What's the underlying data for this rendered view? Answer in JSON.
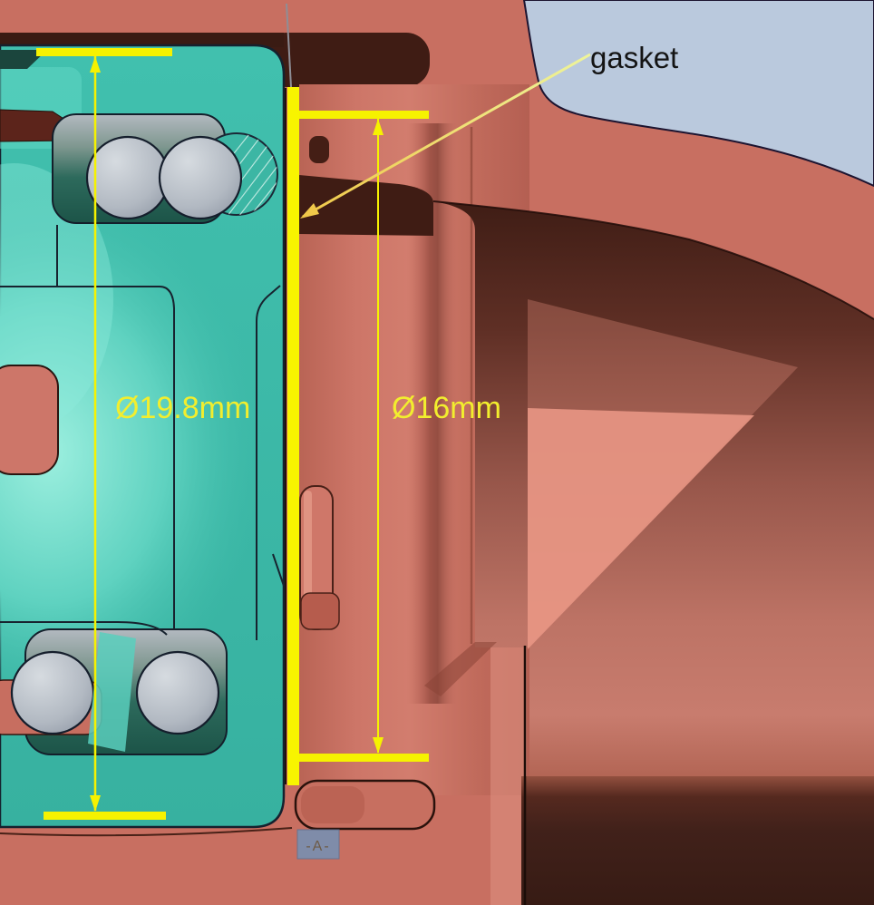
{
  "scene": {
    "labels": {
      "gasket": "gasket",
      "dim_outer": "Ø19.8mm",
      "dim_inner": "Ø16mm",
      "datum": "-A-"
    },
    "colors": {
      "background": "#bac9dd",
      "fitting_body": "#c86f61",
      "fitting_cavity": "#41201a",
      "housing_body": "#3fbcab",
      "bearing_ball": "#b7bdc6",
      "highlight_yellow": "#f6f200",
      "leader_yellow": "#eed23e",
      "dim_text": "#f2ee2e",
      "label_text": "#141414",
      "datum_box": "#7590b4"
    }
  }
}
